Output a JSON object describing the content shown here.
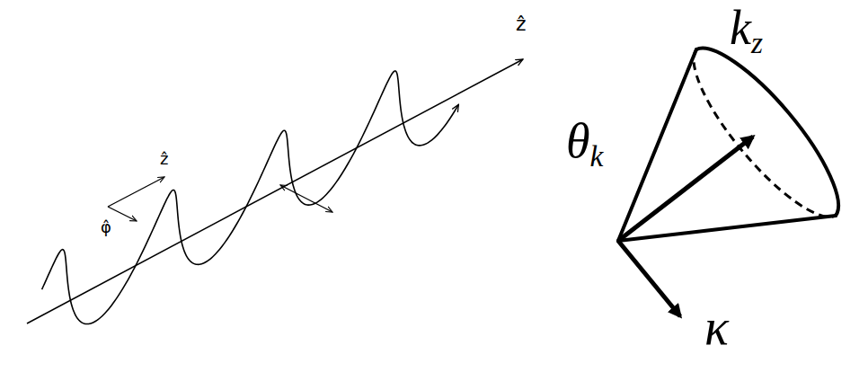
{
  "diagram": {
    "labels": [
      "ẑ",
      "ẑ",
      "φ̂",
      "θk",
      "kz",
      "κ"
    ]
  }
}
